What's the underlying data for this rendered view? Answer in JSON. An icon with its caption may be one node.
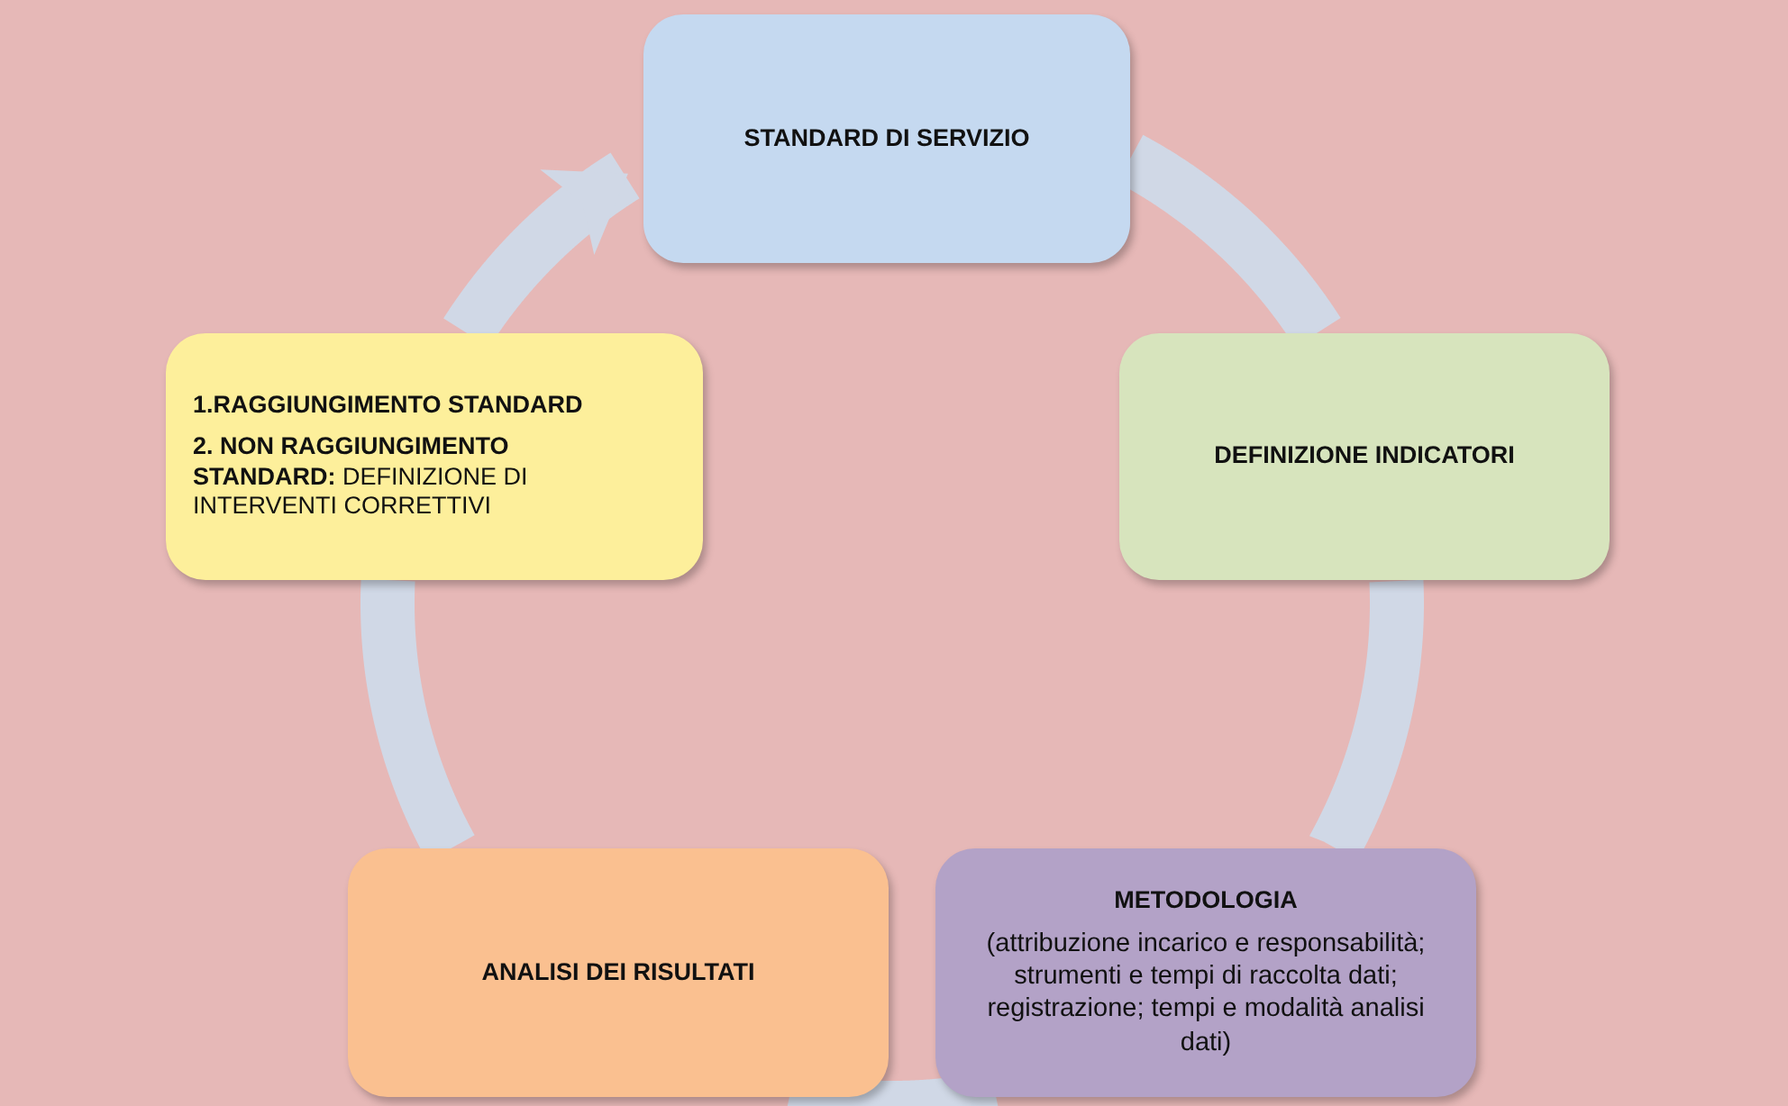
{
  "diagram": {
    "nodes": [
      {
        "text": [
          "STANDARD DI SERVIZIO"
        ]
      },
      {
        "text": [
          "DEFINIZIONE INDICATORI"
        ]
      },
      {
        "text": [
          "METODOLOGIA",
          "(attribuzione incarico e responsabilità; strumenti  e tempi di raccolta dati; registrazione; tempi e modalità analisi dati)"
        ]
      },
      {
        "text": [
          "ANALISI DEI RISULTATI"
        ]
      },
      {
        "text": [
          "1.RAGGIUNGIMENTO STANDARD",
          "**2. NON RAGGIUNGIMENTO STANDARD:**  DEFINIZIONE DI INTERVENTI CORRETTIVI"
        ]
      }
    ],
    "edges": [
      {
        "from": 0,
        "to": 1,
        "arrow": "none"
      },
      {
        "from": 1,
        "to": 2,
        "arrow": "none"
      },
      {
        "from": 2,
        "to": 3,
        "arrow": "none"
      },
      {
        "from": 3,
        "to": 4,
        "arrow": "none"
      },
      {
        "from": 4,
        "to": 0,
        "arrow": "to"
      }
    ]
  }
}
